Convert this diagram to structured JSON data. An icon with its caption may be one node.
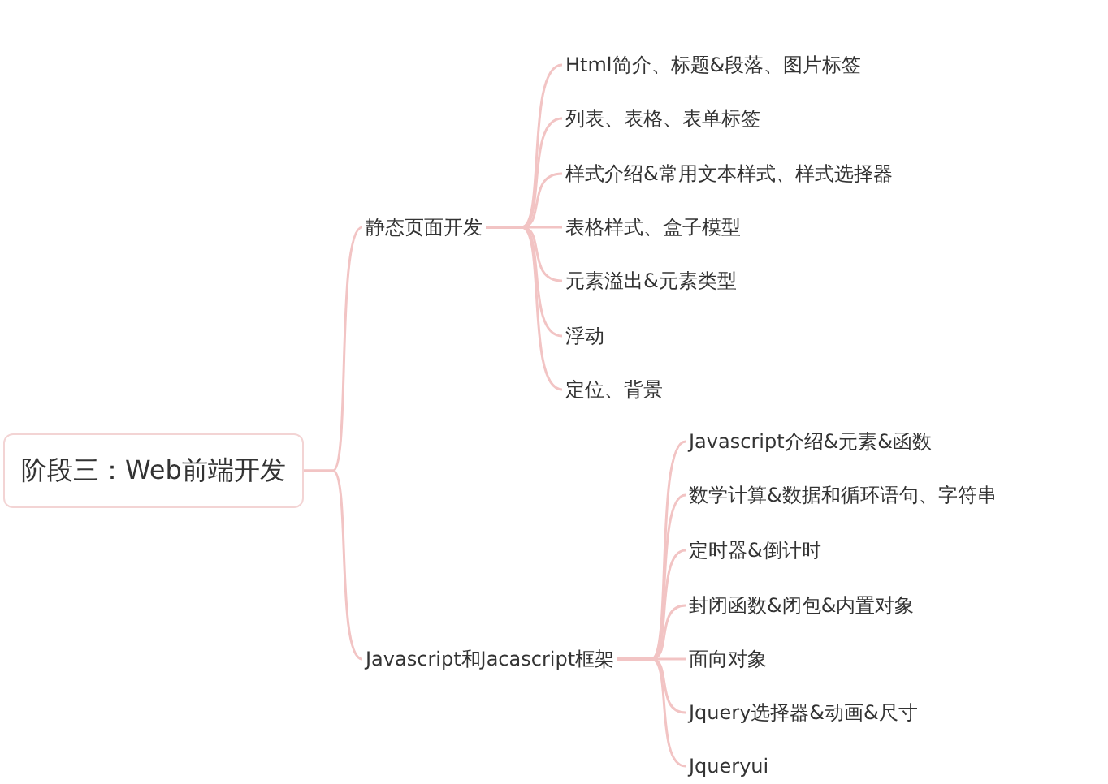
{
  "diagram": {
    "nodes": [
      {
        "text": [
          "阶段三：Web前端开发"
        ]
      },
      {
        "text": [
          "静态页面开发"
        ]
      },
      {
        "text": [
          "Html简介、标题&段落、图片标签"
        ]
      },
      {
        "text": [
          "列表、表格、表单标签"
        ]
      },
      {
        "text": [
          "样式介绍&常用文本样式、样式选择器"
        ]
      },
      {
        "text": [
          "表格样式、盒子模型"
        ]
      },
      {
        "text": [
          "元素溢出&元素类型"
        ]
      },
      {
        "text": [
          "浮动"
        ]
      },
      {
        "text": [
          "定位、背景"
        ]
      },
      {
        "text": [
          "Javascript和Jacascript框架"
        ]
      },
      {
        "text": [
          "Javascript介绍&元素&函数"
        ]
      },
      {
        "text": [
          "数学计算&数据和循环语句、字符串"
        ]
      },
      {
        "text": [
          "定时器&倒计时"
        ]
      },
      {
        "text": [
          "封闭函数&闭包&内置对象"
        ]
      },
      {
        "text": [
          "面向对象"
        ]
      },
      {
        "text": [
          "Jquery选择器&动画&尺寸"
        ]
      },
      {
        "text": [
          "Jqueryui"
        ]
      }
    ],
    "edges": [
      {
        "from": 0,
        "to": 1,
        "arrow": "none"
      },
      {
        "from": 0,
        "to": 9,
        "arrow": "none"
      },
      {
        "from": 1,
        "to": 2,
        "arrow": "none"
      },
      {
        "from": 1,
        "to": 3,
        "arrow": "none"
      },
      {
        "from": 1,
        "to": 4,
        "arrow": "none"
      },
      {
        "from": 1,
        "to": 5,
        "arrow": "none"
      },
      {
        "from": 1,
        "to": 6,
        "arrow": "none"
      },
      {
        "from": 1,
        "to": 7,
        "arrow": "none"
      },
      {
        "from": 1,
        "to": 8,
        "arrow": "none"
      },
      {
        "from": 9,
        "to": 10,
        "arrow": "none"
      },
      {
        "from": 9,
        "to": 11,
        "arrow": "none"
      },
      {
        "from": 9,
        "to": 12,
        "arrow": "none"
      },
      {
        "from": 9,
        "to": 13,
        "arrow": "none"
      },
      {
        "from": 9,
        "to": 14,
        "arrow": "none"
      },
      {
        "from": 9,
        "to": 15,
        "arrow": "none"
      },
      {
        "from": 9,
        "to": 16,
        "arrow": "none"
      }
    ]
  }
}
